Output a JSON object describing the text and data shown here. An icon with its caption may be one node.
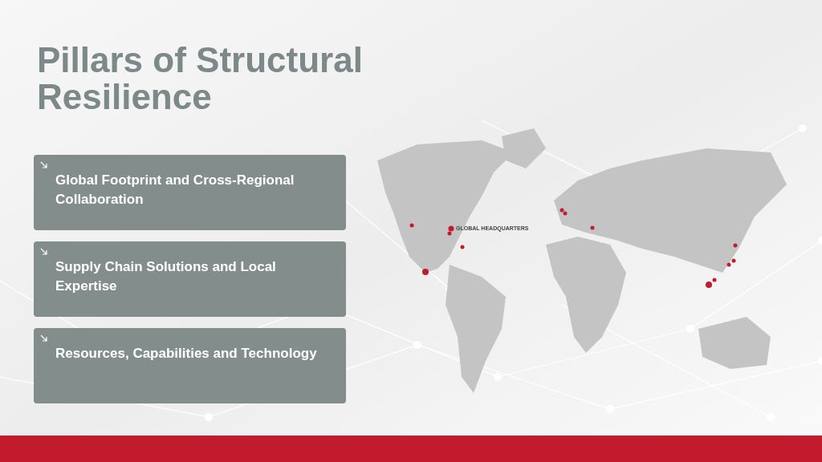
{
  "diagram": {
    "title": "Pillars of Structural Resilience",
    "nodes": [
      {
        "text": [
          "Global Footprint and Cross-Regional Collaboration"
        ]
      },
      {
        "text": [
          "Supply Chain Solutions and Local Expertise"
        ]
      },
      {
        "text": [
          "Resources, Capabilities and Technology"
        ]
      }
    ],
    "labels": [
      "GLOBAL HEADQUARTERS"
    ]
  }
}
